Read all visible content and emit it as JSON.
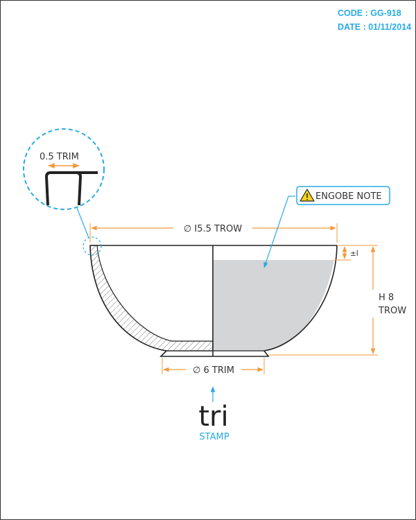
{
  "title_block": {
    "code": "CODE : GG-918",
    "date": "DATE : 01/11/2014"
  },
  "detail": {
    "label": "0.5 TRIM"
  },
  "dimensions": {
    "top_diameter": "∅ I5.5 TROW",
    "bottom_diameter": "∅ 6 TRIM",
    "tolerance": "±I",
    "height_line1": "H  8",
    "height_line2": "TROW"
  },
  "notes": {
    "engobe": "ENGOBE NOTE",
    "warning_icon": "warning-triangle-icon"
  },
  "stamp": {
    "logo_text": "tri",
    "label": "STAMP"
  },
  "colors": {
    "accent_blue": "#29abe2",
    "dimension_orange": "#f39a3d",
    "outline": "#222222",
    "glaze_fill": "#d3d5d7",
    "warning_yellow": "#f7d21c"
  }
}
